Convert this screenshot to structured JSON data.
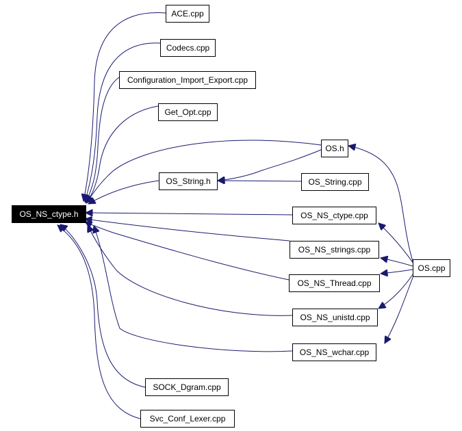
{
  "diagram": {
    "edge_color": "#191970",
    "root": {
      "label": "OS_NS_ctype.h",
      "fill": "#000000",
      "text_color": "#ffffff"
    },
    "nodes": {
      "ace_cpp": "ACE.cpp",
      "codecs_cpp": "Codecs.cpp",
      "config_cpp": "Configuration_Import_Export.cpp",
      "get_opt_cpp": "Get_Opt.cpp",
      "os_h": "OS.h",
      "os_string_h": "OS_String.h",
      "os_string_cpp": "OS_String.cpp",
      "os_ns_ctype_cpp": "OS_NS_ctype.cpp",
      "os_ns_strings_cpp": "OS_NS_strings.cpp",
      "os_ns_thread_cpp": "OS_NS_Thread.cpp",
      "os_ns_unistd_cpp": "OS_NS_unistd.cpp",
      "os_ns_wchar_cpp": "OS_NS_wchar.cpp",
      "os_cpp": "OS.cpp",
      "sock_dgram_cpp": "SOCK_Dgram.cpp",
      "svc_conf_lexer_cpp": "Svc_Conf_Lexer.cpp"
    },
    "edges": [
      {
        "from": "ACE.cpp",
        "to": "OS_NS_ctype.h"
      },
      {
        "from": "Codecs.cpp",
        "to": "OS_NS_ctype.h"
      },
      {
        "from": "Configuration_Import_Export.cpp",
        "to": "OS_NS_ctype.h"
      },
      {
        "from": "Get_Opt.cpp",
        "to": "OS_NS_ctype.h"
      },
      {
        "from": "OS.h",
        "to": "OS_NS_ctype.h"
      },
      {
        "from": "OS_String.h",
        "to": "OS_NS_ctype.h"
      },
      {
        "from": "OS_NS_ctype.cpp",
        "to": "OS_NS_ctype.h"
      },
      {
        "from": "OS_NS_strings.cpp",
        "to": "OS_NS_ctype.h"
      },
      {
        "from": "OS_NS_Thread.cpp",
        "to": "OS_NS_ctype.h"
      },
      {
        "from": "OS_NS_unistd.cpp",
        "to": "OS_NS_ctype.h"
      },
      {
        "from": "OS_NS_wchar.cpp",
        "to": "OS_NS_ctype.h"
      },
      {
        "from": "SOCK_Dgram.cpp",
        "to": "OS_NS_ctype.h"
      },
      {
        "from": "Svc_Conf_Lexer.cpp",
        "to": "OS_NS_ctype.h"
      },
      {
        "from": "OS.h",
        "to": "OS_String.h"
      },
      {
        "from": "OS_String.cpp",
        "to": "OS_String.h"
      },
      {
        "from": "OS.cpp",
        "to": "OS.h"
      },
      {
        "from": "OS.cpp",
        "to": "OS_NS_ctype.cpp"
      },
      {
        "from": "OS.cpp",
        "to": "OS_NS_strings.cpp"
      },
      {
        "from": "OS.cpp",
        "to": "OS_NS_Thread.cpp"
      },
      {
        "from": "OS.cpp",
        "to": "OS_NS_unistd.cpp"
      },
      {
        "from": "OS.cpp",
        "to": "OS_NS_wchar.cpp"
      }
    ]
  }
}
